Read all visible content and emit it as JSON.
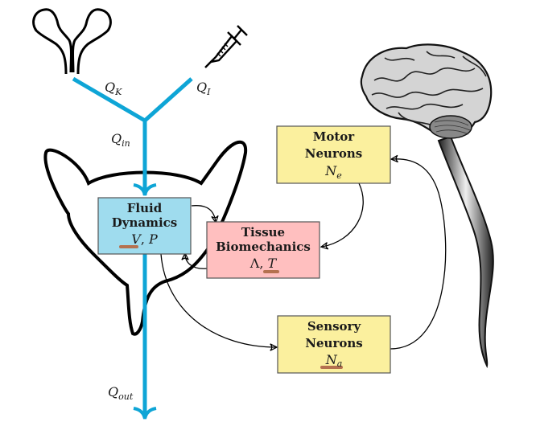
{
  "diagram": {
    "flows": {
      "kidney": {
        "label": "Q",
        "sub": "K"
      },
      "infusion": {
        "label": "Q",
        "sub": "I"
      },
      "inflow": {
        "label": "Q",
        "sub": "in"
      },
      "outflow": {
        "label": "Q",
        "sub": "out"
      }
    },
    "boxes": {
      "fluid": {
        "line1": "Fluid",
        "line2": "Dynamics",
        "var_a": "V",
        "sep": ", ",
        "var_b": "P"
      },
      "tissue": {
        "line1": "Tissue",
        "line2": "Biomechanics",
        "var_a": "Λ",
        "sep": ", ",
        "var_b": "T"
      },
      "motor": {
        "line1": "Motor",
        "line2": "Neurons",
        "var": "N",
        "sub": "e"
      },
      "sensory": {
        "line1": "Sensory",
        "line2": "Neurons",
        "var": "N",
        "sub": "a"
      }
    },
    "colors": {
      "flow": "#0ea5d6",
      "fluid_box": "#9fdcee",
      "tissue_box": "#ffbfbf",
      "neuron_box": "#fbf09e",
      "highlight": "#b5714f",
      "outline": "#000000"
    },
    "icons": [
      "kidneys-icon",
      "syringe-icon",
      "bladder-icon",
      "brain-icon"
    ]
  }
}
